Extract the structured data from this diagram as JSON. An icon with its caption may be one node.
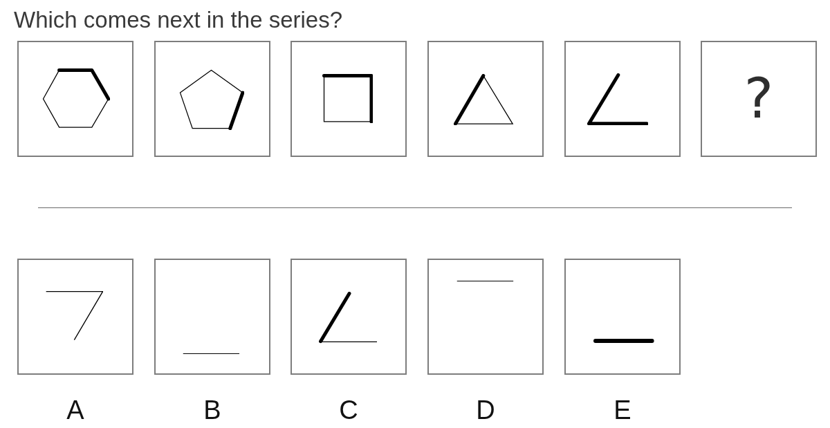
{
  "diagram": {
    "title": "Which comes next in the series?",
    "nodes": [
      {
        "text": [],
        "shape": "picture"
      },
      {
        "text": [],
        "shape": "picture"
      },
      {
        "text": [],
        "shape": "picture"
      },
      {
        "text": [],
        "shape": "picture"
      },
      {
        "text": [],
        "shape": "picture"
      },
      {
        "text": [
          "?"
        ]
      },
      {
        "text": [],
        "shape": "picture",
        "beside": [
          "A"
        ]
      },
      {
        "text": [],
        "shape": "picture",
        "beside": [
          "B"
        ]
      },
      {
        "text": [],
        "shape": "picture",
        "beside": [
          "C"
        ]
      },
      {
        "text": [],
        "shape": "picture",
        "beside": [
          "D"
        ]
      },
      {
        "text": [],
        "shape": "picture",
        "beside": [
          "E"
        ]
      }
    ]
  }
}
